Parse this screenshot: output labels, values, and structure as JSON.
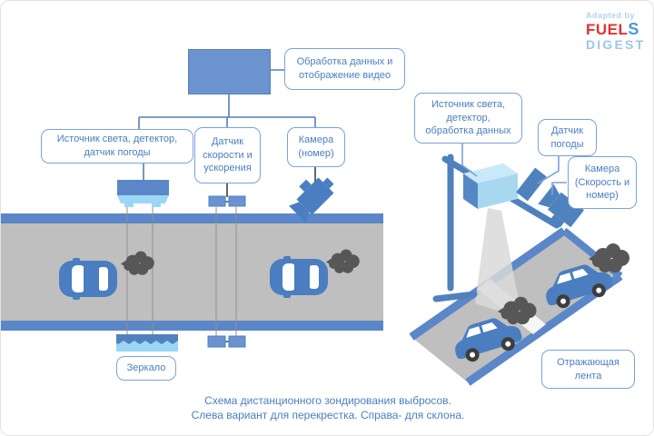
{
  "branding": {
    "adapted_by": "Adapted by",
    "name_part1": "FUEL",
    "name_s": "S",
    "name_part2": "DIGEST"
  },
  "processing_label": [
    "Обработка данных и",
    "отображение видео"
  ],
  "left_diagram": {
    "source_label": [
      "Источник света, детектор,",
      "датчик погоды"
    ],
    "speed_label": [
      "Датчик",
      "скорости и",
      "ускорения"
    ],
    "camera_label": [
      "Камера",
      "(номер)"
    ],
    "mirror_label": [
      "Зеркало"
    ]
  },
  "right_diagram": {
    "source_label": [
      "Источник света,",
      "детектор,",
      "обработка данных"
    ],
    "weather_label": [
      "Датчик",
      "погоды"
    ],
    "camera_label": [
      "Камера",
      "(Скорость и",
      "номер)"
    ],
    "tape_label": [
      "Отражающая",
      "лента"
    ]
  },
  "caption": [
    "Схема дистанционного зондирования выбросов.",
    "Слева вариант для перекрестка. Справа- для склона."
  ],
  "colors": {
    "accent_blue": "#4f81bd",
    "car_blue": "#4a7ec0",
    "light_blue": "#9bd7f5",
    "road_gray": "#bfbfbf",
    "smoke_gray": "#575757",
    "beam_gray": "#d9d9d9",
    "logo_red": "#e23131",
    "logo_light_blue": "#9cc6e8"
  }
}
